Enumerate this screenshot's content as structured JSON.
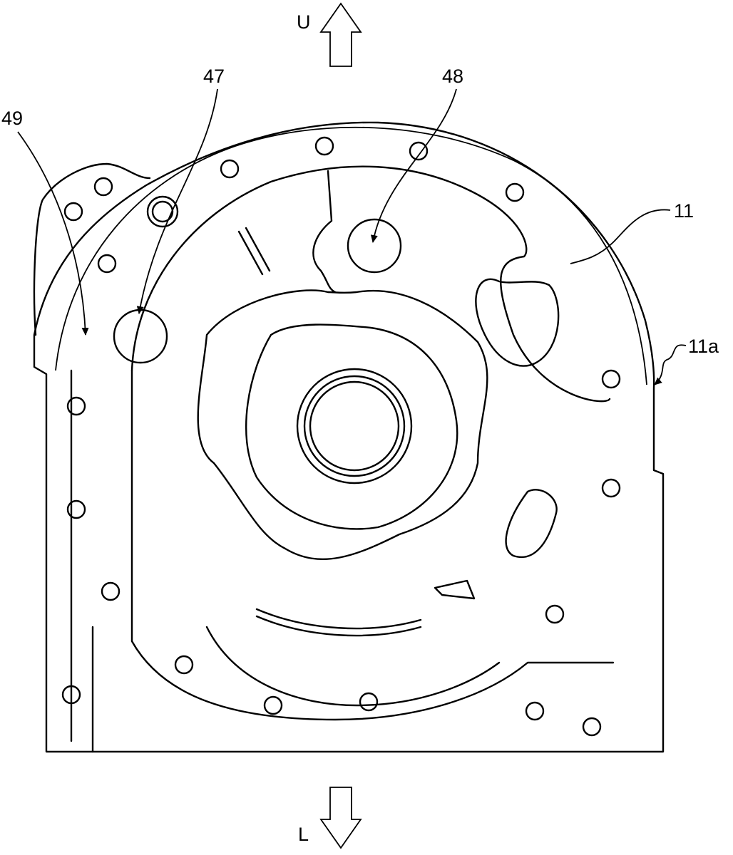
{
  "figure": {
    "direction_up_label": "U",
    "direction_low_label": "L",
    "reference_labels": {
      "port_47": "47",
      "port_48": "48",
      "port_49": "49",
      "housing": "11",
      "housing_surface": "11a"
    }
  },
  "colors": {
    "line": "#000000",
    "background": "#ffffff"
  }
}
